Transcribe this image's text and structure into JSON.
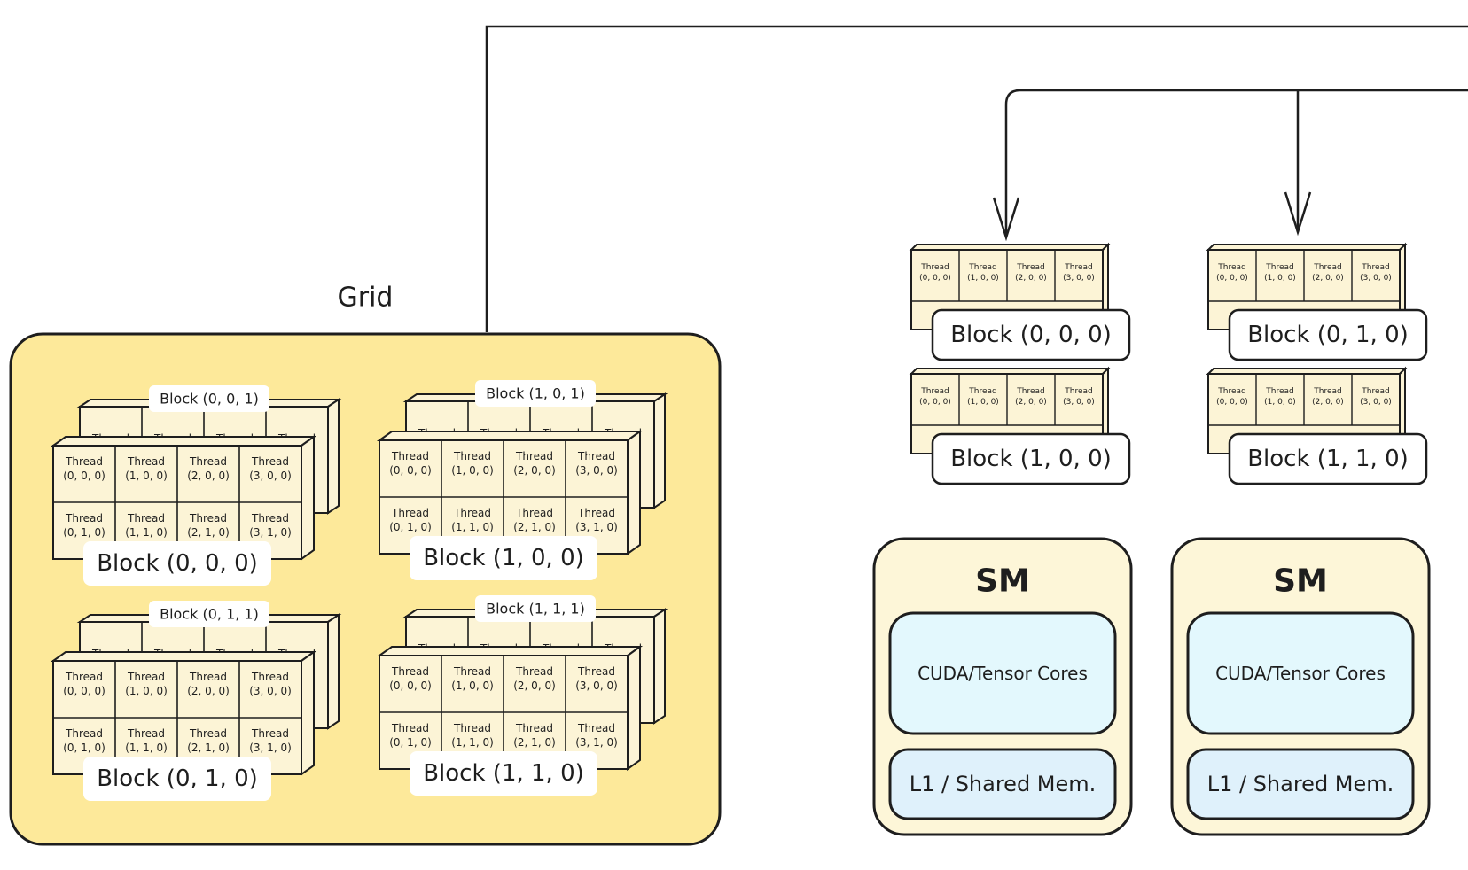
{
  "grid": {
    "title": "Grid",
    "fill": "#fde99a",
    "blocks": [
      {
        "front_label": "Block (0, 0, 0)",
        "back_label": "Block (0, 0, 1)"
      },
      {
        "front_label": "Block (1, 0, 0)",
        "back_label": "Block (1, 0, 1)"
      },
      {
        "front_label": "Block (0, 1, 0)",
        "back_label": "Block (0, 1, 1)"
      },
      {
        "front_label": "Block (1, 1, 0)",
        "back_label": "Block (1, 1, 1)"
      }
    ],
    "back_row_label": "Thread",
    "thread_word": "Thread",
    "front_row_coords": [
      "(0, 0, 0)",
      "(1, 0, 0)",
      "(2, 0, 0)",
      "(3, 0, 0)"
    ],
    "second_row_coords": [
      "(0, 1, 0)",
      "(1, 1, 0)",
      "(2, 1, 0)",
      "(3, 1, 0)"
    ]
  },
  "scheduled": {
    "columns": [
      {
        "top_label": "Block (0, 0, 0)",
        "bottom_label": "Block (1, 0, 0)"
      },
      {
        "top_label": "Block (0, 1, 0)",
        "bottom_label": "Block (1, 1, 0)"
      }
    ]
  },
  "sms": [
    {
      "title": "SM",
      "cores": "CUDA/Tensor Cores",
      "memory": "L1 / Shared Mem."
    },
    {
      "title": "SM",
      "cores": "CUDA/Tensor Cores",
      "memory": "L1 / Shared Mem."
    }
  ],
  "colors": {
    "thread_cube": "#fcf4d6",
    "sm_fill": "#fdf6d8",
    "cores_fill": "#e3f8fd",
    "memory_fill": "#dff1fb",
    "stroke": "#1e1e1e"
  }
}
